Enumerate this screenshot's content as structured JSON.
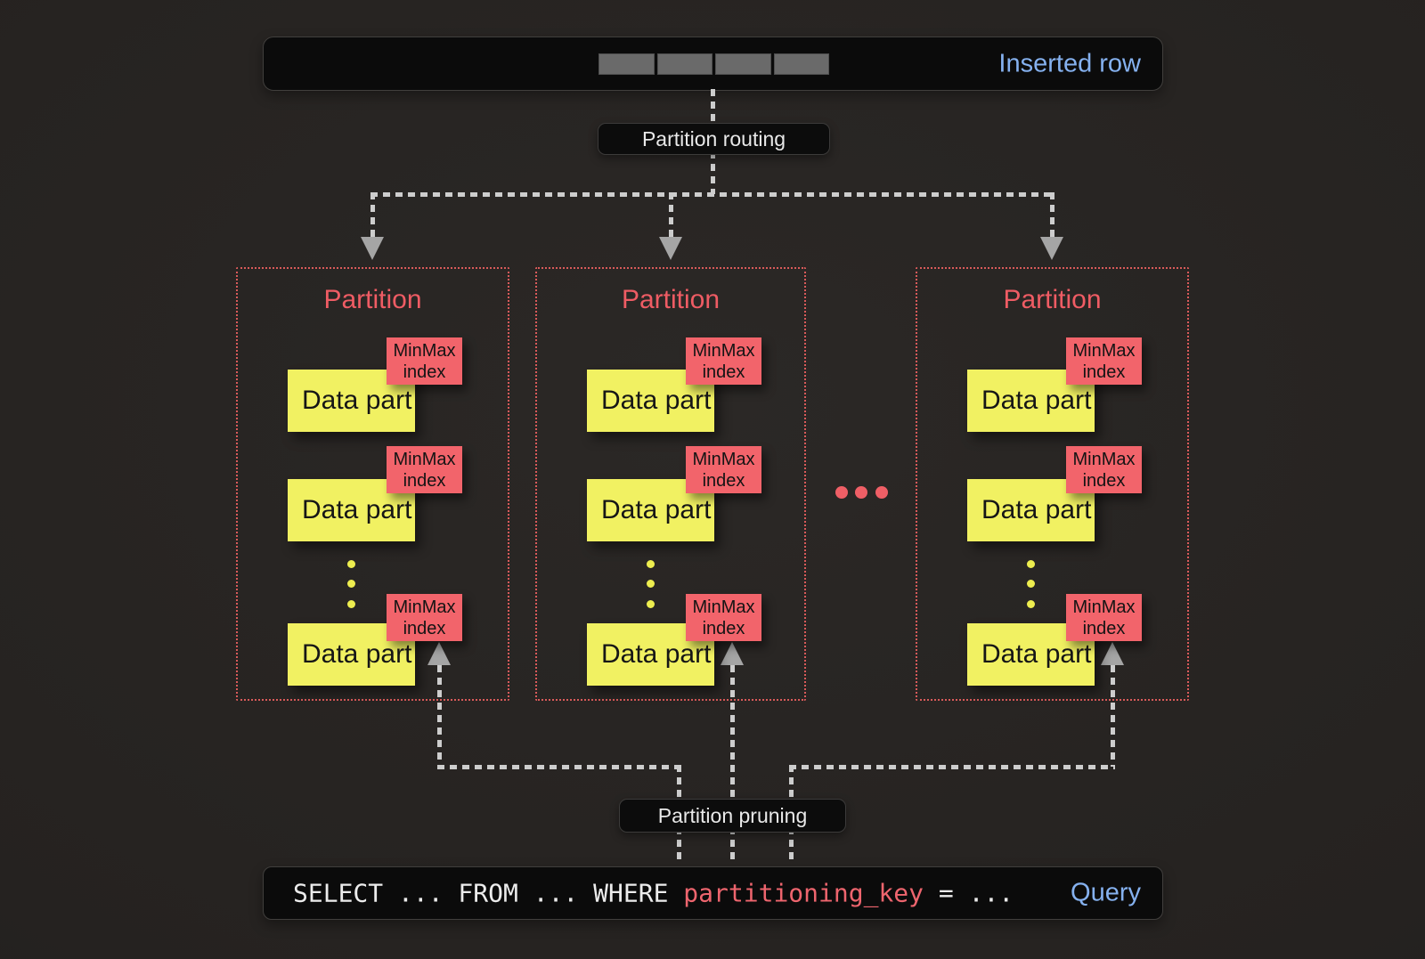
{
  "colors": {
    "accent_blue": "#85b1ef",
    "accent_red": "#ef5c64",
    "partition_border_red": "#d95a5a",
    "data_part_yellow": "#f1f162",
    "minmax_red": "#f2646b",
    "connector_gray": "#cdcdcd"
  },
  "inserted_row": {
    "label": "Inserted row",
    "segment_count": 4
  },
  "labels": {
    "routing": "Partition routing",
    "pruning": "Partition pruning"
  },
  "partitions": [
    {
      "title": "Partition",
      "parts": [
        {
          "data_label": "Data part",
          "index_label": "MinMax index"
        },
        {
          "data_label": "Data part",
          "index_label": "MinMax index"
        },
        {
          "data_label": "Data part",
          "index_label": "MinMax index"
        }
      ]
    },
    {
      "title": "Partition",
      "parts": [
        {
          "data_label": "Data part",
          "index_label": "MinMax index"
        },
        {
          "data_label": "Data part",
          "index_label": "MinMax index"
        },
        {
          "data_label": "Data part",
          "index_label": "MinMax index"
        }
      ]
    },
    {
      "title": "Partition",
      "parts": [
        {
          "data_label": "Data part",
          "index_label": "MinMax index"
        },
        {
          "data_label": "Data part",
          "index_label": "MinMax index"
        },
        {
          "data_label": "Data part",
          "index_label": "MinMax index"
        }
      ]
    }
  ],
  "query": {
    "label": "Query",
    "code_segments": [
      {
        "text": "SELECT ... FROM ... WHERE "
      },
      {
        "text": "partitioning_key"
      },
      {
        "text": " = ..."
      }
    ]
  }
}
